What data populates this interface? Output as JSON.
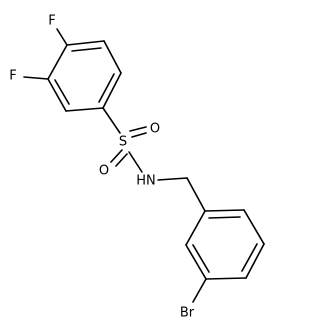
{
  "molecule": {
    "atoms": {
      "F_top": "F",
      "F_left": "F",
      "S": "S",
      "O_right": "O",
      "O_bottom": "O",
      "NH": "HN",
      "Br": "Br"
    }
  },
  "colors": {
    "bond": "#000000",
    "text": "#000000",
    "background": "#ffffff"
  }
}
